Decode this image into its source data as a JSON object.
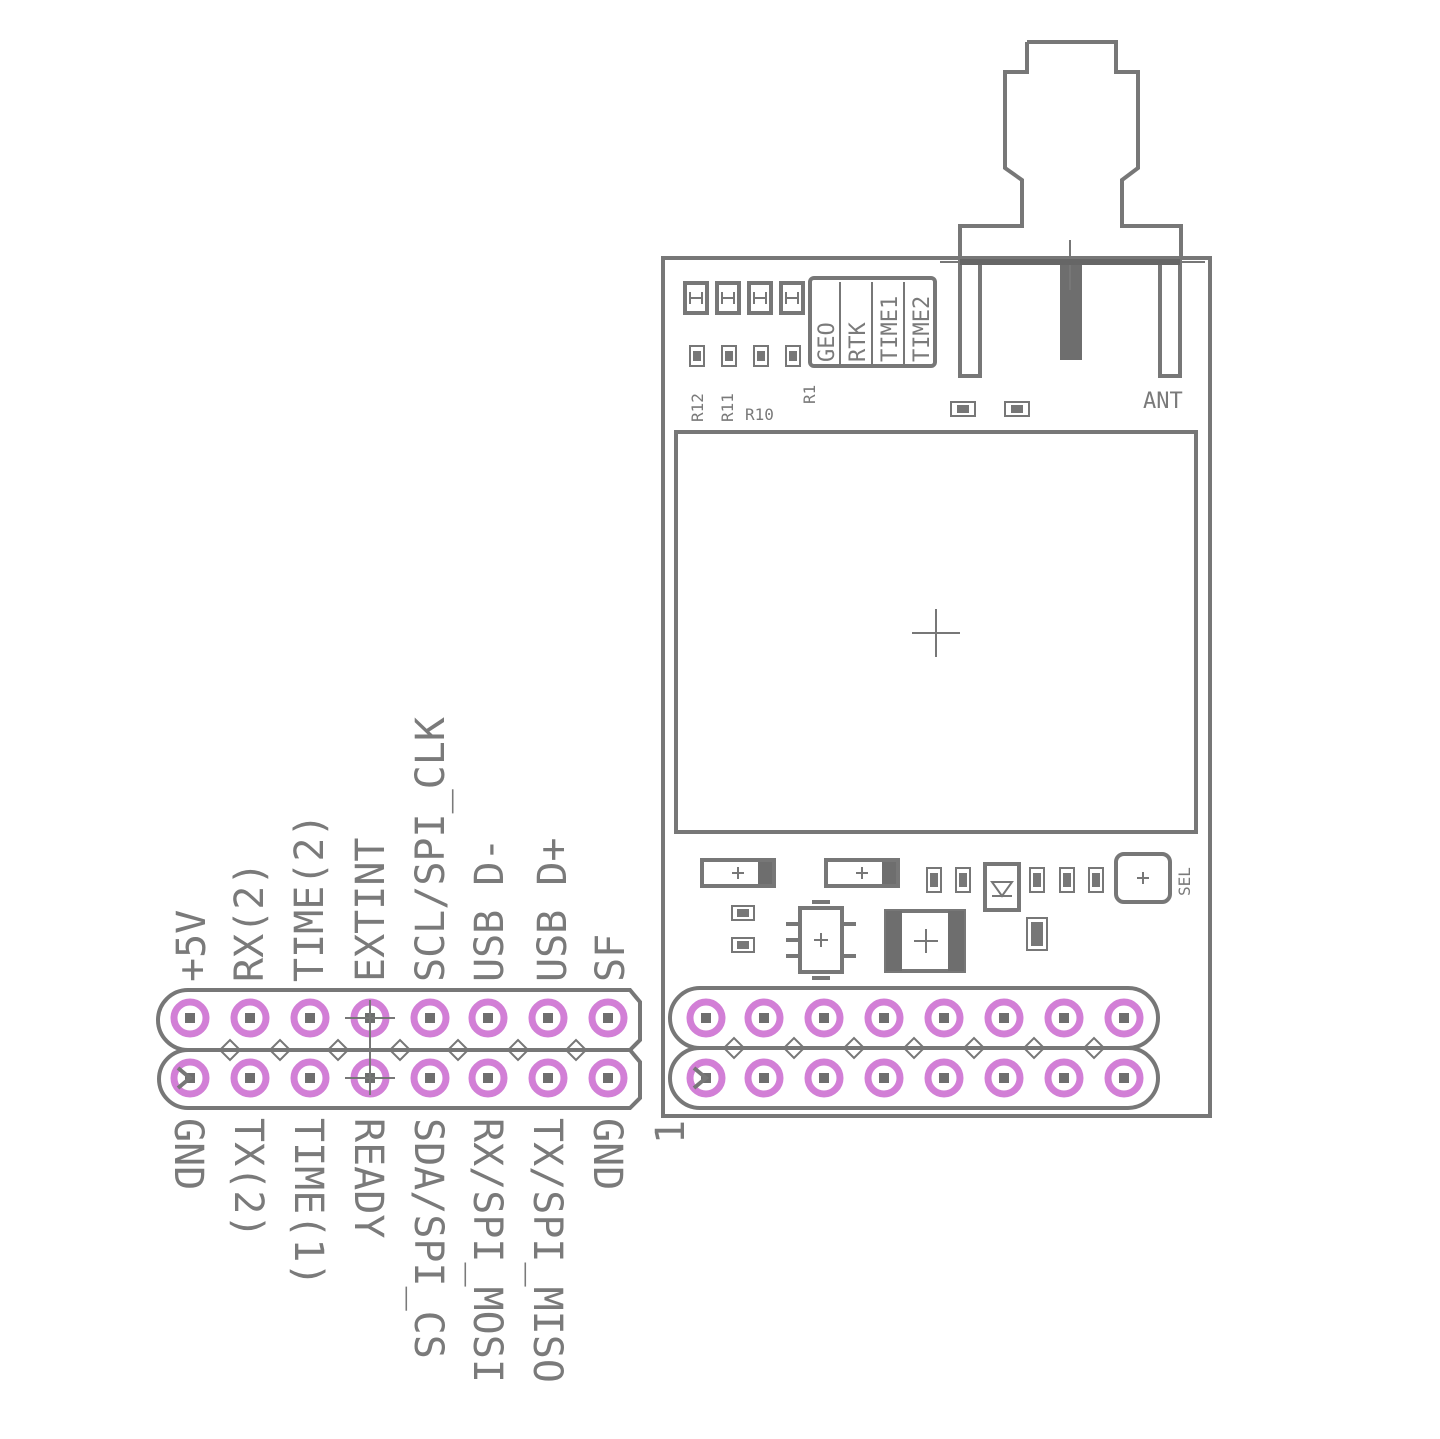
{
  "header_left": {
    "top_labels": [
      "+5V",
      "RX(2)",
      "TIME(2)",
      "EXTINT",
      "SCL/SPI_CLK",
      "USB D-",
      "USB D+",
      "SF"
    ],
    "bottom_labels": [
      "GND",
      "TX(2)",
      "TIME(1)",
      "READY",
      "SDA/SPI_CS",
      "RX/SPI_MOSI",
      "TX/SPI_MISO",
      "GND"
    ]
  },
  "board": {
    "pin1_label": "1",
    "ant_label": "ANT",
    "sel_label": "SEL",
    "led_labels": [
      "GEO",
      "RTK",
      "TIME1",
      "TIME2"
    ],
    "resistor_labels": [
      "R12",
      "R11",
      "R10",
      "R1"
    ]
  },
  "colors": {
    "outline": "#777777",
    "pad": "#d27fd6"
  }
}
